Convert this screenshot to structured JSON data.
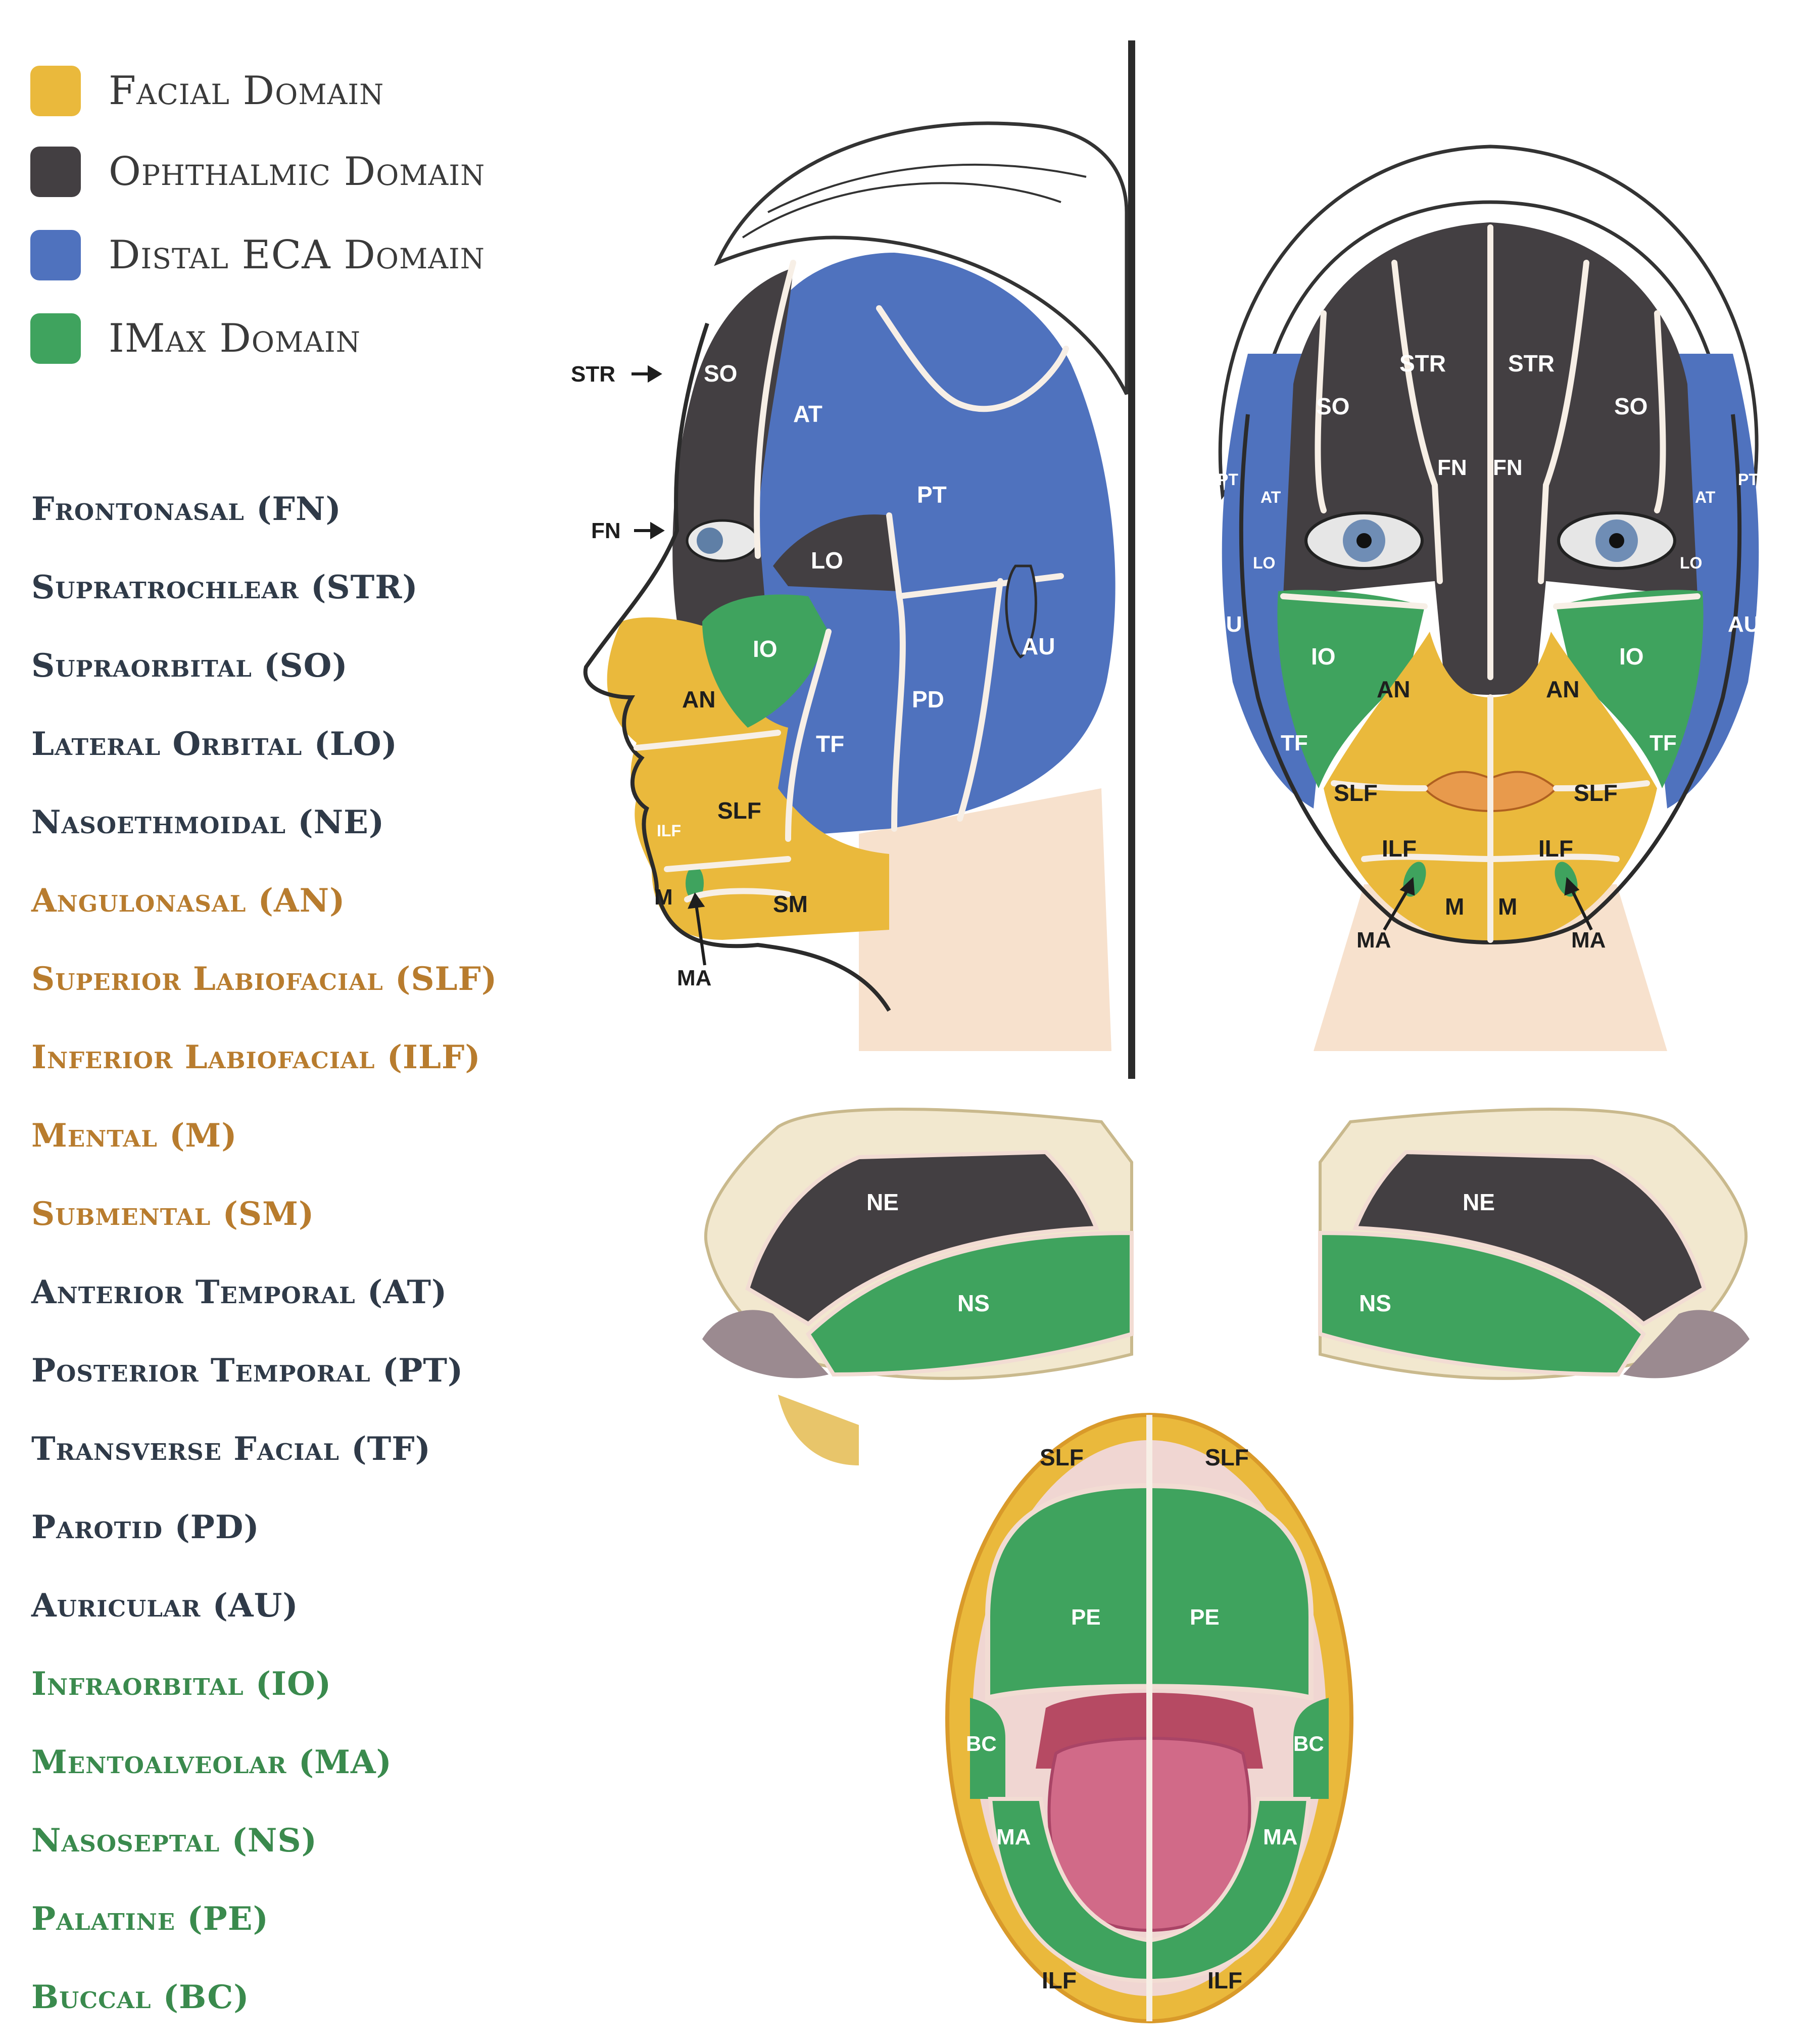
{
  "colors": {
    "facial": "#eab93c",
    "ophthalmic": "#433f42",
    "distal_eca": "#4f72be",
    "imax": "#3fa35e",
    "region_dark": "#2f3a48",
    "region_brown": "#b87c2e",
    "region_green": "#3a8a4d"
  },
  "legend": [
    {
      "label": "Facial Domain",
      "color": "#eab93c"
    },
    {
      "label": "Ophthalmic Domain",
      "color": "#433f42"
    },
    {
      "label": "Distal ECA Domain",
      "color": "#4f72be"
    },
    {
      "label": "IMax Domain",
      "color": "#3fa35e"
    }
  ],
  "regions": [
    {
      "label": "Frontonasal (FN)",
      "group": "dark"
    },
    {
      "label": "Supratrochlear (STR)",
      "group": "dark"
    },
    {
      "label": "Supraorbital (SO)",
      "group": "dark"
    },
    {
      "label": "Lateral Orbital (LO)",
      "group": "dark"
    },
    {
      "label": "Nasoethmoidal (NE)",
      "group": "dark"
    },
    {
      "label": "Angulonasal (AN)",
      "group": "brown"
    },
    {
      "label": "Superior Labiofacial (SLF)",
      "group": "brown"
    },
    {
      "label": "Inferior Labiofacial (ILF)",
      "group": "brown"
    },
    {
      "label": "Mental (M)",
      "group": "brown"
    },
    {
      "label": "Submental (SM)",
      "group": "brown"
    },
    {
      "label": "Anterior Temporal (AT)",
      "group": "dark"
    },
    {
      "label": "Posterior Temporal (PT)",
      "group": "dark"
    },
    {
      "label": "Transverse Facial (TF)",
      "group": "dark"
    },
    {
      "label": "Parotid (PD)",
      "group": "dark"
    },
    {
      "label": "Auricular (AU)",
      "group": "dark"
    },
    {
      "label": "Infraorbital (IO)",
      "group": "green"
    },
    {
      "label": "Mentoalveolar (MA)",
      "group": "green"
    },
    {
      "label": "Nasoseptal (NS)",
      "group": "green"
    },
    {
      "label": "Palatine (PE)",
      "group": "green"
    },
    {
      "label": "Buccal (BC)",
      "group": "green"
    }
  ],
  "profile_labels": {
    "str_arrow": "STR",
    "fn_arrow": "FN",
    "so": "SO",
    "at": "AT",
    "pt": "PT",
    "lo": "LO",
    "io": "IO",
    "an": "AN",
    "tf": "TF",
    "pd": "PD",
    "au": "AU",
    "slf": "SLF",
    "ilf": "ILF",
    "m": "M",
    "sm": "SM",
    "ma": "MA"
  },
  "frontal_labels": {
    "str_l": "STR",
    "str_r": "STR",
    "so_l": "SO",
    "so_r": "SO",
    "fn_l": "FN",
    "fn_r": "FN",
    "pt_l": "PT",
    "pt_r": "PT",
    "at_l": "AT",
    "at_r": "AT",
    "lo_l": "LO",
    "lo_r": "LO",
    "au_l": "AU",
    "au_r": "AU",
    "io_l": "IO",
    "io_r": "IO",
    "an_l": "AN",
    "an_r": "AN",
    "tf_l": "TF",
    "tf_r": "TF",
    "slf_l": "SLF",
    "slf_r": "SLF",
    "ilf_l": "ILF",
    "ilf_r": "ILF",
    "m_l": "M",
    "m_r": "M",
    "ma_l": "MA",
    "ma_r": "MA"
  },
  "nasal_labels": {
    "ne_l": "NE",
    "ns_l": "NS",
    "ne_r": "NE",
    "ns_r": "NS"
  },
  "oral_labels": {
    "slf_l": "SLF",
    "slf_r": "SLF",
    "pe_l": "PE",
    "pe_r": "PE",
    "bc_l": "BC",
    "bc_r": "BC",
    "ma_l": "MA",
    "ma_r": "MA",
    "ilf_l": "ILF",
    "ilf_r": "ILF"
  }
}
